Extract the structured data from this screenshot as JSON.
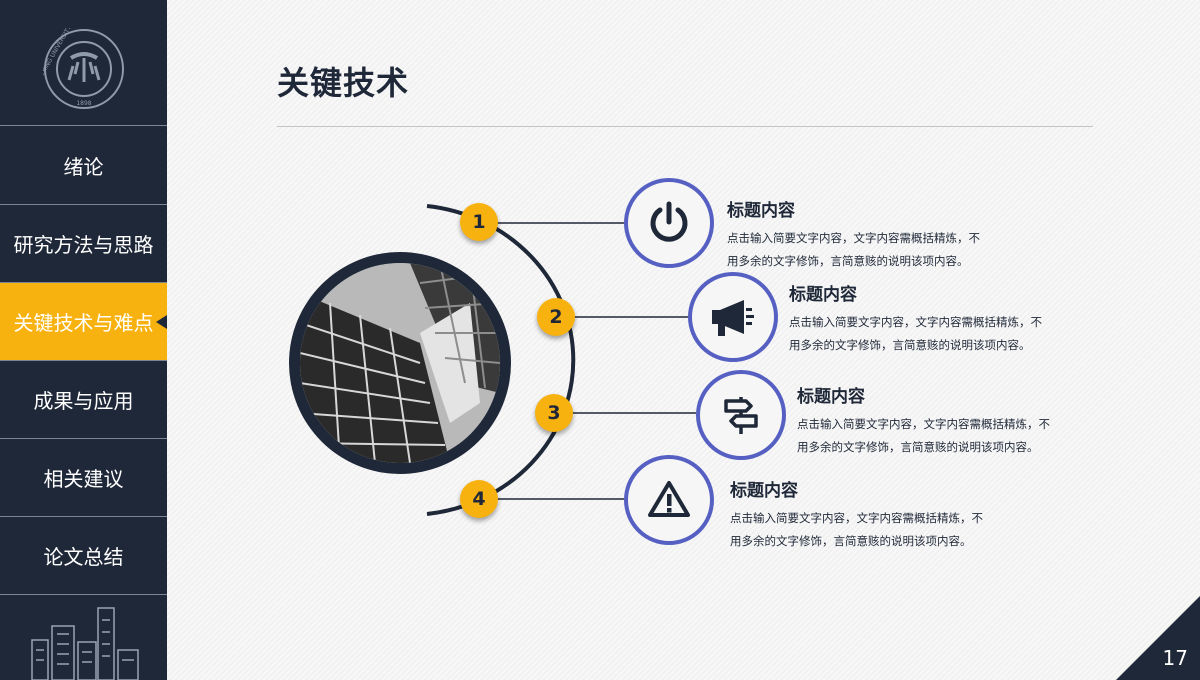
{
  "logo": {
    "ring_text": "PEKING UNIVERSITY",
    "year": "1898"
  },
  "sidebar": {
    "items": [
      {
        "label": "绪论"
      },
      {
        "label": "研究方法与思路"
      },
      {
        "label": "关键技术与难点"
      },
      {
        "label": "成果与应用"
      },
      {
        "label": "相关建议"
      },
      {
        "label": "论文总结"
      }
    ],
    "active_index": 2
  },
  "page": {
    "title": "关键技术",
    "number": "17"
  },
  "items": [
    {
      "num": "1",
      "icon": "power-icon",
      "title": "标题内容",
      "desc_line1": "点击输入简要文字内容，文字内容需概括精炼，不",
      "desc_line2": "用多余的文字修饰，言简意赅的说明该项内容。"
    },
    {
      "num": "2",
      "icon": "megaphone-icon",
      "title": "标题内容",
      "desc_line1": "点击输入简要文字内容，文字内容需概括精炼，不",
      "desc_line2": "用多余的文字修饰，言简意赅的说明该项内容。"
    },
    {
      "num": "3",
      "icon": "signpost-icon",
      "title": "标题内容",
      "desc_line1": "点击输入简要文字内容，文字内容需概括精炼，不",
      "desc_line2": "用多余的文字修饰，言简意赅的说明该项内容。"
    },
    {
      "num": "4",
      "icon": "warning-icon",
      "title": "标题内容",
      "desc_line1": "点击输入简要文字内容，文字内容需概括精炼，不",
      "desc_line2": "用多余的文字修饰，言简意赅的说明该项内容。"
    }
  ],
  "colors": {
    "navy": "#1f2838",
    "accent": "#f8b20f",
    "ring": "#5560c2"
  }
}
